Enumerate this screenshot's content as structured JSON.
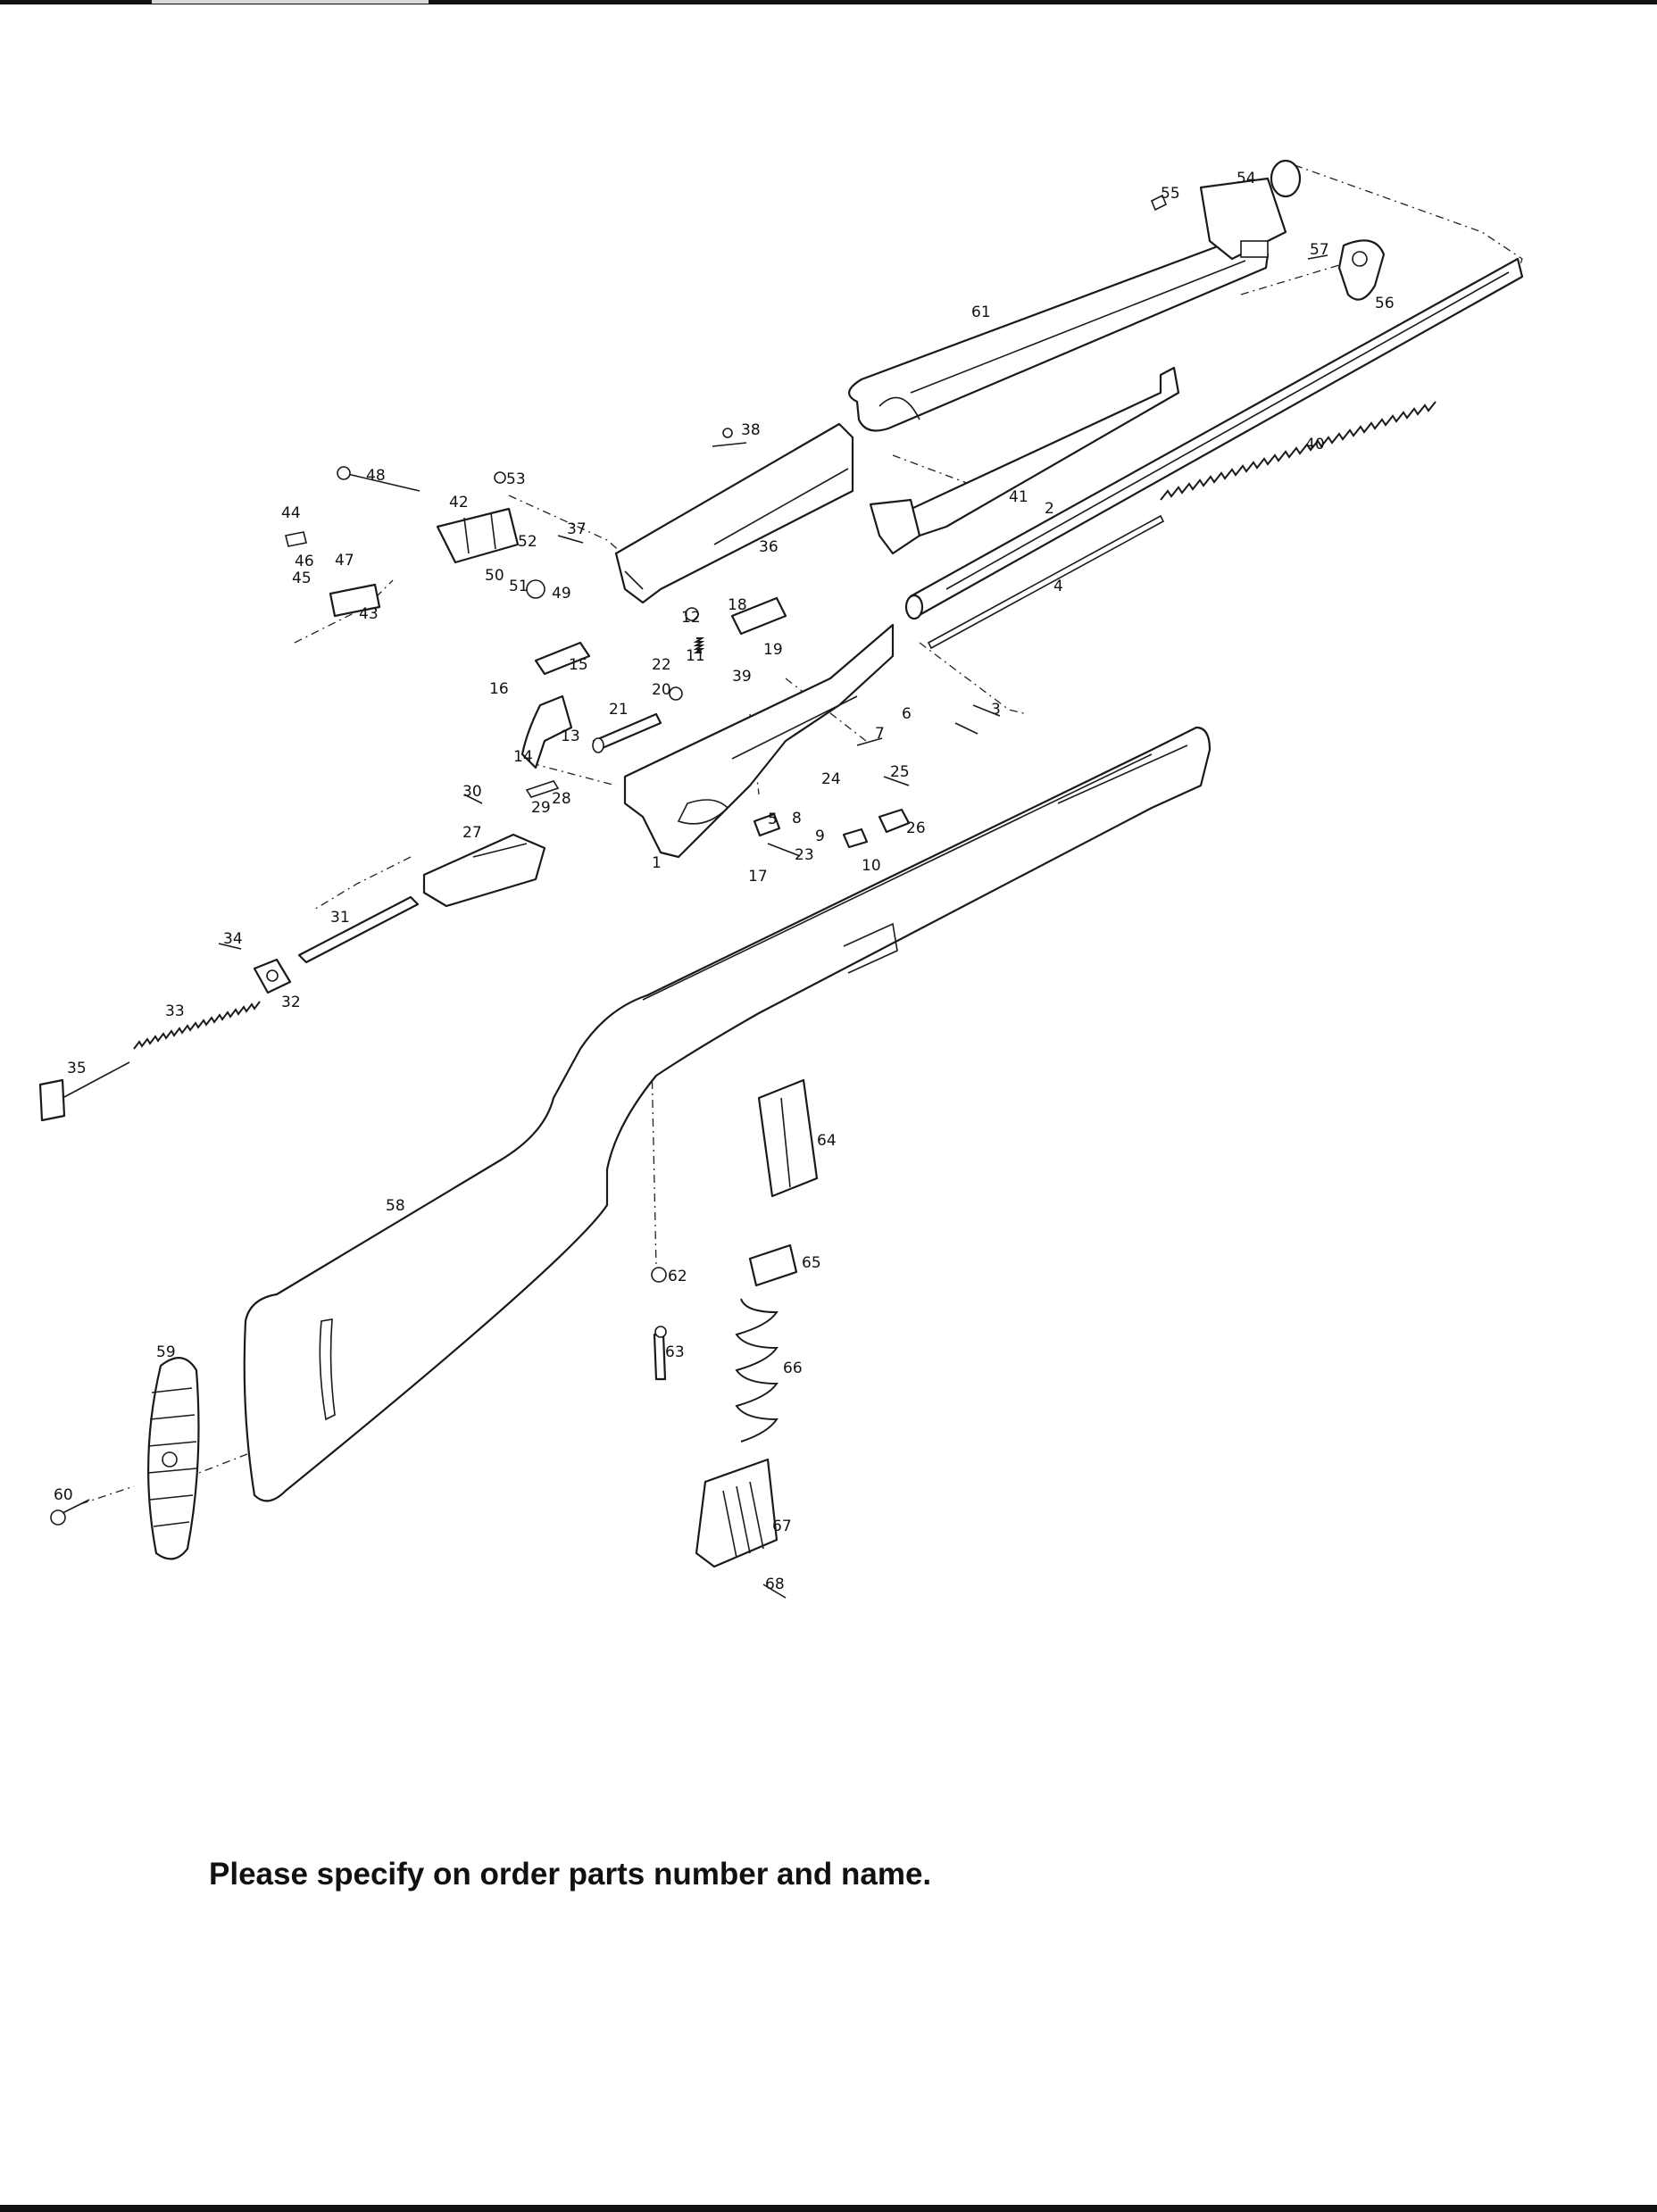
{
  "diagram": {
    "part_numbers": [
      "1",
      "2",
      "3",
      "4",
      "5",
      "6",
      "7",
      "8",
      "9",
      "10",
      "11",
      "12",
      "13",
      "14",
      "15",
      "16",
      "17",
      "18",
      "19",
      "20",
      "21",
      "22",
      "23",
      "24",
      "25",
      "26",
      "27",
      "28",
      "29",
      "30",
      "31",
      "32",
      "33",
      "34",
      "35",
      "36",
      "37",
      "38",
      "39",
      "40",
      "41",
      "42",
      "43",
      "44",
      "45",
      "46",
      "47",
      "48",
      "49",
      "50",
      "51",
      "52",
      "53",
      "54",
      "55",
      "56",
      "57",
      "58",
      "59",
      "60",
      "61",
      "62",
      "63",
      "64",
      "65",
      "66",
      "67",
      "68"
    ]
  },
  "note": "Please specify on order parts number and name."
}
